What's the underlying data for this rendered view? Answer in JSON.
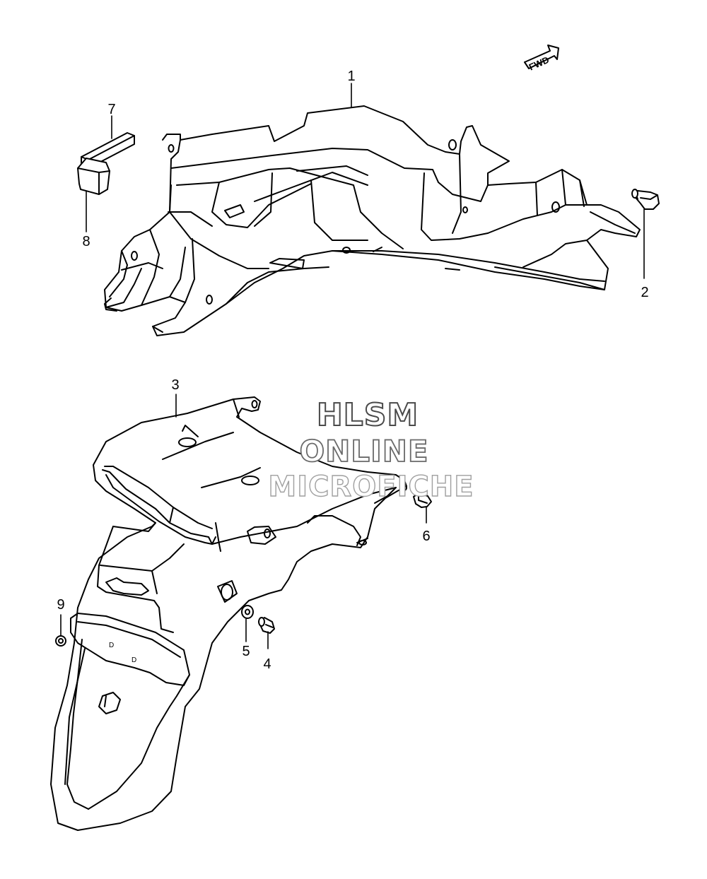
{
  "diagram": {
    "fwd_label": "FWD",
    "watermark": {
      "line1": "HLSM",
      "line2": "ONLINE",
      "line3": "MICROFICHE"
    },
    "callouts": [
      {
        "id": "1",
        "label": "1"
      },
      {
        "id": "2",
        "label": "2"
      },
      {
        "id": "3",
        "label": "3"
      },
      {
        "id": "4",
        "label": "4"
      },
      {
        "id": "5",
        "label": "5"
      },
      {
        "id": "6",
        "label": "6"
      },
      {
        "id": "7",
        "label": "7"
      },
      {
        "id": "8",
        "label": "8"
      },
      {
        "id": "9",
        "label": "9"
      }
    ],
    "fender_marks": {
      "mark_a": "D",
      "mark_b": "D"
    },
    "colors": {
      "line": "#000000",
      "background": "#ffffff"
    }
  }
}
